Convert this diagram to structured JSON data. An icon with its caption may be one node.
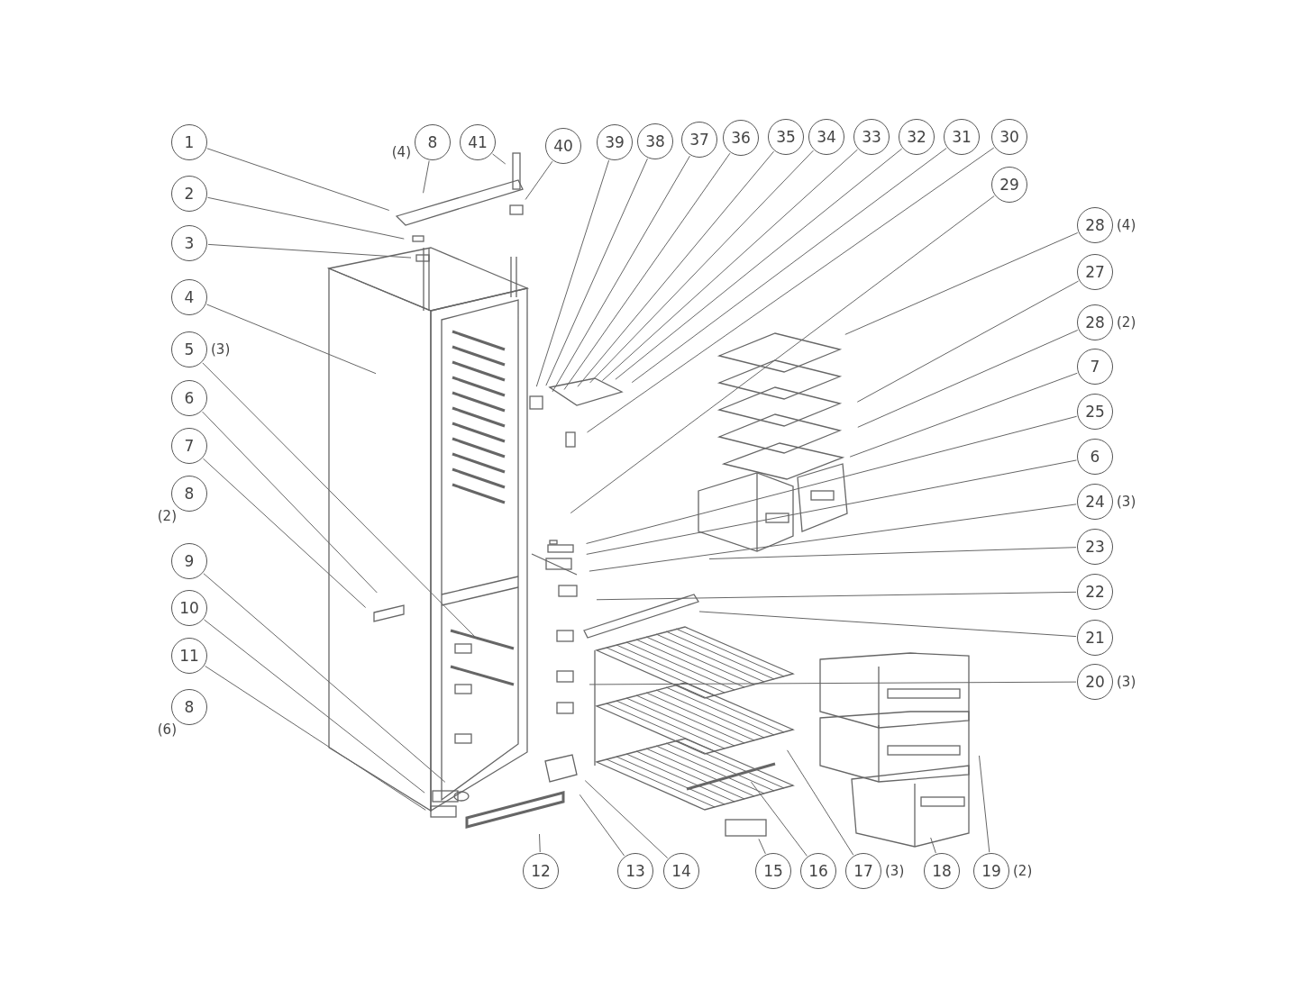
{
  "diagram": {
    "nodes": [
      {
        "text": [
          "1"
        ]
      },
      {
        "text": [
          "2"
        ]
      },
      {
        "text": [
          "3"
        ]
      },
      {
        "text": [
          "4"
        ]
      },
      {
        "text": [
          "5"
        ],
        "beside": [
          "(3)"
        ]
      },
      {
        "text": [
          "6"
        ]
      },
      {
        "text": [
          "7"
        ]
      },
      {
        "text": [
          "8"
        ],
        "beside": [
          "(2)"
        ]
      },
      {
        "text": [
          "9"
        ]
      },
      {
        "text": [
          "10"
        ]
      },
      {
        "text": [
          "11"
        ]
      },
      {
        "text": [
          "8"
        ],
        "beside": [
          "(6)"
        ]
      },
      {
        "text": [
          "8"
        ],
        "beside": [
          "(4)"
        ]
      },
      {
        "text": [
          "41"
        ]
      },
      {
        "text": [
          "40"
        ]
      },
      {
        "text": [
          "39"
        ]
      },
      {
        "text": [
          "38"
        ]
      },
      {
        "text": [
          "37"
        ]
      },
      {
        "text": [
          "36"
        ]
      },
      {
        "text": [
          "35"
        ]
      },
      {
        "text": [
          "34"
        ]
      },
      {
        "text": [
          "33"
        ]
      },
      {
        "text": [
          "32"
        ]
      },
      {
        "text": [
          "31"
        ]
      },
      {
        "text": [
          "30"
        ]
      },
      {
        "text": [
          "29"
        ]
      },
      {
        "text": [
          "28"
        ],
        "beside": [
          "(4)"
        ]
      },
      {
        "text": [
          "27"
        ]
      },
      {
        "text": [
          "28"
        ],
        "beside": [
          "(2)"
        ]
      },
      {
        "text": [
          "7"
        ]
      },
      {
        "text": [
          "25"
        ]
      },
      {
        "text": [
          "6"
        ]
      },
      {
        "text": [
          "24"
        ],
        "beside": [
          "(3)"
        ]
      },
      {
        "text": [
          "23"
        ]
      },
      {
        "text": [
          "22"
        ]
      },
      {
        "text": [
          "21"
        ]
      },
      {
        "text": [
          "20"
        ],
        "beside": [
          "(3)"
        ]
      },
      {
        "text": [
          "12"
        ]
      },
      {
        "text": [
          "13"
        ]
      },
      {
        "text": [
          "14"
        ]
      },
      {
        "text": [
          "15"
        ]
      },
      {
        "text": [
          "16"
        ]
      },
      {
        "text": [
          "17"
        ],
        "beside": [
          "(3)"
        ]
      },
      {
        "text": [
          "18"
        ]
      },
      {
        "text": [
          "19"
        ],
        "beside": [
          "(2)"
        ]
      }
    ],
    "edges": [
      {
        "from": 0,
        "to": null,
        "arrow": "none"
      },
      {
        "from": 1,
        "to": null,
        "arrow": "none"
      },
      {
        "from": 2,
        "to": null,
        "arrow": "none"
      },
      {
        "from": 3,
        "to": null,
        "arrow": "none"
      },
      {
        "from": 4,
        "to": null,
        "arrow": "none"
      },
      {
        "from": 5,
        "to": null,
        "arrow": "none"
      },
      {
        "from": 6,
        "to": null,
        "arrow": "none"
      },
      {
        "from": 8,
        "to": null,
        "arrow": "none"
      },
      {
        "from": 9,
        "to": null,
        "arrow": "none"
      },
      {
        "from": 10,
        "to": null,
        "arrow": "none"
      },
      {
        "from": 12,
        "to": null,
        "arrow": "none"
      },
      {
        "from": 13,
        "to": null,
        "arrow": "none"
      },
      {
        "from": 14,
        "to": null,
        "arrow": "none"
      },
      {
        "from": 15,
        "to": null,
        "arrow": "none"
      },
      {
        "from": 16,
        "to": null,
        "arrow": "none"
      },
      {
        "from": 17,
        "to": null,
        "arrow": "none"
      },
      {
        "from": 18,
        "to": null,
        "arrow": "none"
      },
      {
        "from": 19,
        "to": null,
        "arrow": "none"
      },
      {
        "from": 20,
        "to": null,
        "arrow": "none"
      },
      {
        "from": 21,
        "to": null,
        "arrow": "none"
      },
      {
        "from": 22,
        "to": null,
        "arrow": "none"
      },
      {
        "from": 23,
        "to": null,
        "arrow": "none"
      },
      {
        "from": 24,
        "to": null,
        "arrow": "none"
      },
      {
        "from": 25,
        "to": null,
        "arrow": "none"
      },
      {
        "from": 26,
        "to": null,
        "arrow": "none"
      },
      {
        "from": 27,
        "to": null,
        "arrow": "none"
      },
      {
        "from": 28,
        "to": null,
        "arrow": "none"
      },
      {
        "from": 29,
        "to": null,
        "arrow": "none"
      },
      {
        "from": 30,
        "to": null,
        "arrow": "none"
      },
      {
        "from": 31,
        "to": null,
        "arrow": "none"
      },
      {
        "from": 32,
        "to": null,
        "arrow": "none"
      },
      {
        "from": 33,
        "to": null,
        "arrow": "none"
      },
      {
        "from": 34,
        "to": null,
        "arrow": "none"
      },
      {
        "from": 35,
        "to": null,
        "arrow": "none"
      },
      {
        "from": 36,
        "to": null,
        "arrow": "none"
      },
      {
        "from": 37,
        "to": null,
        "arrow": "none"
      },
      {
        "from": 38,
        "to": null,
        "arrow": "none"
      },
      {
        "from": 39,
        "to": null,
        "arrow": "none"
      },
      {
        "from": 40,
        "to": null,
        "arrow": "none"
      },
      {
        "from": 41,
        "to": null,
        "arrow": "none"
      },
      {
        "from": 42,
        "to": null,
        "arrow": "none"
      },
      {
        "from": 43,
        "to": null,
        "arrow": "none"
      },
      {
        "from": 44,
        "to": null,
        "arrow": "none"
      }
    ]
  }
}
